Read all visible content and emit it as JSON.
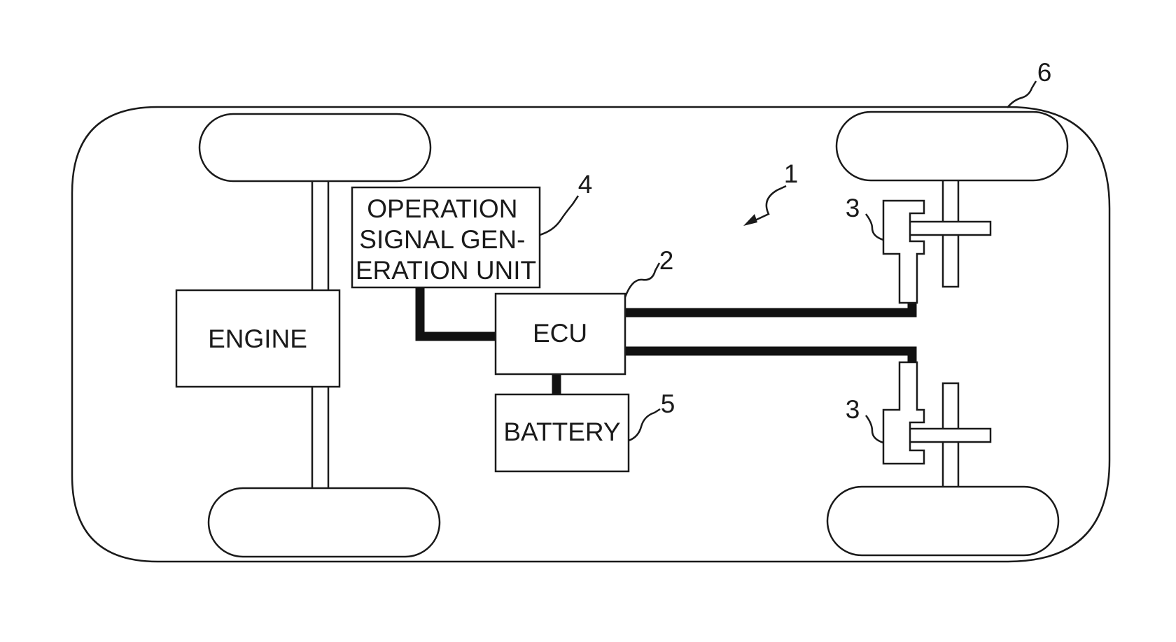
{
  "components": {
    "engine": "ENGINE",
    "ecu": "ECU",
    "battery": "BATTERY",
    "operation_signal_unit": [
      "OPERATION",
      "SIGNAL GEN-",
      "ERATION UNIT"
    ]
  },
  "reference_numerals": {
    "device": "1",
    "ecu": "2",
    "actuator_upper": "3",
    "actuator_lower": "3",
    "operation_signal_unit": "4",
    "battery": "5",
    "vehicle_body": "6"
  }
}
